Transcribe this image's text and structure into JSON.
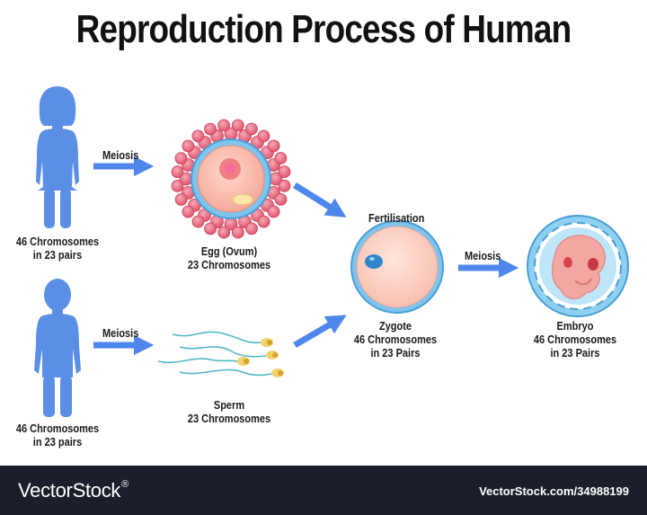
{
  "title": "Reproduction Process of Human",
  "colors": {
    "arrow": "#4f86ec",
    "silhouette": "#5b8fe6",
    "footer": "#1b1f2b"
  },
  "female": {
    "line1": "46 Chromosomes",
    "line2": "in 23 pairs"
  },
  "male": {
    "line1": "46 Chromosomes",
    "line2": "in 23 pairs"
  },
  "meiosis_top": "Meiosis",
  "meiosis_bottom": "Meiosis",
  "meiosis_right": "Meiosis",
  "fertilisation": "Fertilisation",
  "egg": {
    "name": "Egg (Ovum)",
    "chromosomes": "23 Chromosomes"
  },
  "sperm": {
    "name": "Sperm",
    "chromosomes": "23 Chromosomes"
  },
  "zygote": {
    "name": "Zygote",
    "chromosomes": "46 Chromosomes",
    "pairs": "in 23 Pairs"
  },
  "embryo": {
    "name": "Embryo",
    "chromosomes": "46 Chromosomes",
    "pairs": "in 23 Pairs"
  },
  "footer": {
    "brand": "VectorStock",
    "reg_mark": "®",
    "stock_id": "VectorStock.com/34988199"
  }
}
